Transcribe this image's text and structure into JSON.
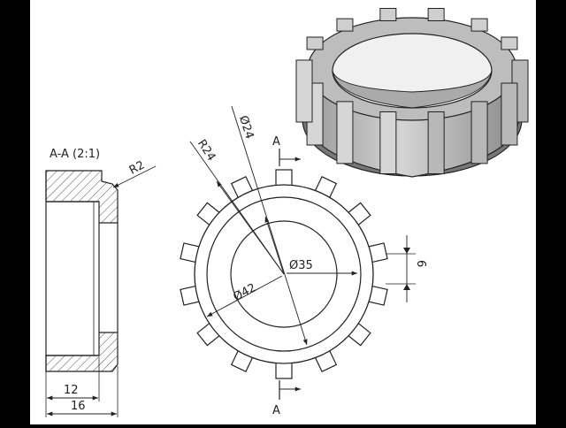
{
  "section": {
    "title": "A-A (2:1)",
    "radius_label": "R2",
    "width_inner_label": "12",
    "width_outer_label": "16"
  },
  "front_view": {
    "dia_bore_label": "Ø24",
    "radius_outer_label": "R24",
    "dia_inner_label": "Ø35",
    "dia_mid_label": "Ø42",
    "tooth_width_label": "6",
    "cut_mark_top": "A",
    "cut_mark_bottom": "A",
    "tooth_count": 14
  },
  "colors": {
    "line": "#222222",
    "hatch": "#555555",
    "background": "#ffffff",
    "border": "#000000"
  }
}
